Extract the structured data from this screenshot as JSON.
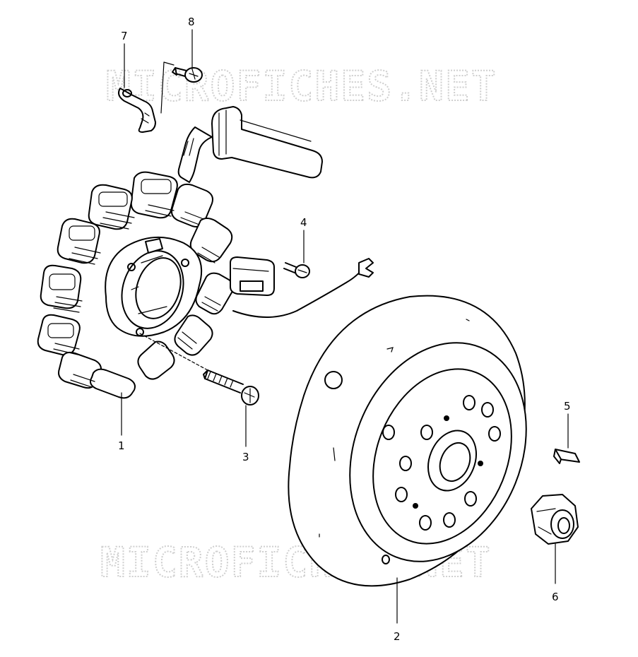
{
  "diagram": {
    "watermark_text": "MICROFICHES.NET",
    "parts": [
      {
        "id": "stator",
        "number": "1"
      },
      {
        "id": "rotor",
        "number": "2"
      },
      {
        "id": "stator-screw",
        "number": "3"
      },
      {
        "id": "pickup-screw",
        "number": "4"
      },
      {
        "id": "key",
        "number": "5"
      },
      {
        "id": "nut",
        "number": "6"
      },
      {
        "id": "clamp",
        "number": "7"
      },
      {
        "id": "clamp-screw",
        "number": "8"
      }
    ]
  }
}
